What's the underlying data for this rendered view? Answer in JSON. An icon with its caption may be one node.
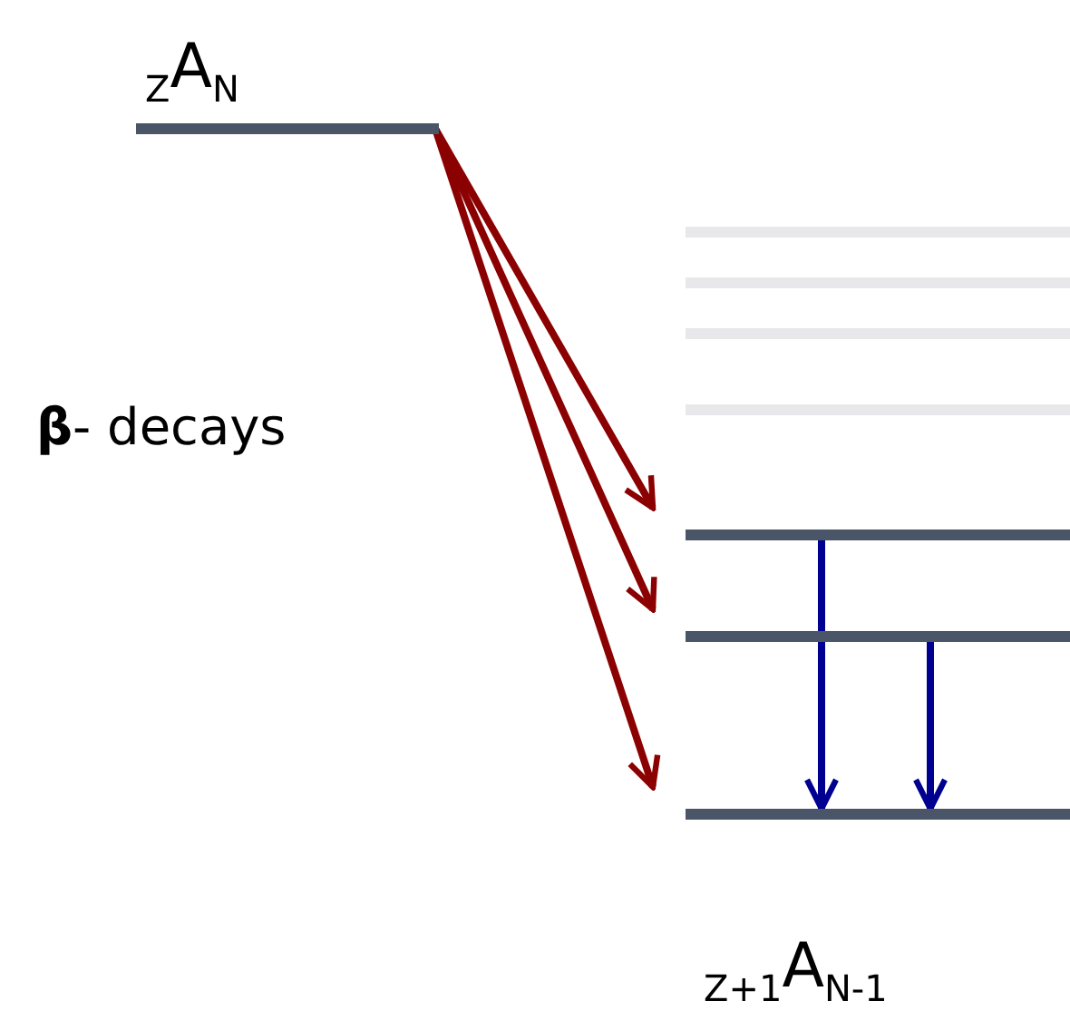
{
  "diagram": {
    "nodes": [
      {
        "text": [
          "$_{Z}$A$_{N}$"
        ]
      },
      {
        "text": [],
        "shape": "bar"
      },
      {
        "text": [],
        "shape": "bar"
      },
      {
        "text": [],
        "shape": "bar"
      },
      {
        "text": [],
        "shape": "bar"
      },
      {
        "text": [],
        "shape": "bar"
      },
      {
        "text": [],
        "shape": "bar"
      },
      {
        "text": [
          "$_{Z+1}$A$_{N-1}$"
        ]
      }
    ],
    "edges": [
      {
        "from": 0,
        "to": 5,
        "arrow": "to"
      },
      {
        "from": 0,
        "to": 6,
        "arrow": "to"
      },
      {
        "from": 0,
        "to": 7,
        "arrow": "to"
      },
      {
        "from": 5,
        "to": 7,
        "arrow": "to",
        "color": "#000090"
      },
      {
        "from": 6,
        "to": 7,
        "arrow": "to",
        "color": "#000090"
      }
    ],
    "labels": [
      "**β**- decays"
    ]
  }
}
